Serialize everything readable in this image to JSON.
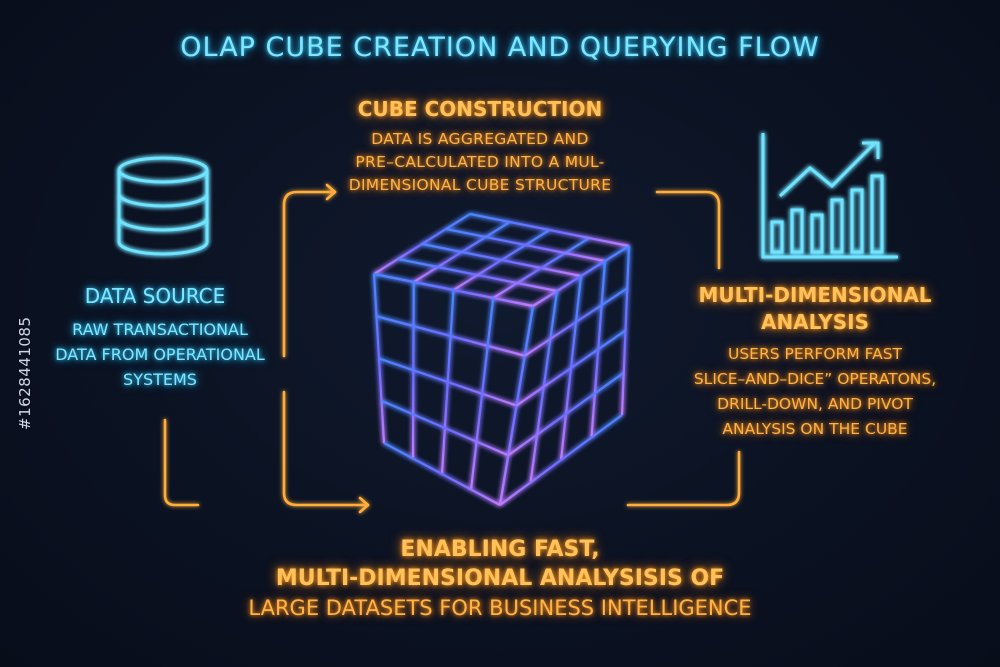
{
  "title": "OLAP CUBE CREATION AND QUERYING FLOW",
  "cube_construction": {
    "title": "CUBE CONSTRUCTION",
    "lines": [
      "DATA IS AGGREGATED  AND",
      "PRE–CALCULATED INTO A MUL-",
      "DIMENSIONAL CUBE STRUCTURE"
    ]
  },
  "data_source": {
    "title": "DATA SOURCE",
    "lines": [
      "RAW TRANSACTIONAL",
      "DATA FROM OPERATIONAL",
      "SYSTEMS"
    ]
  },
  "analysis": {
    "title_line1": "MULTI-DIMENSIONAL",
    "title_line2": "ANALYSIS",
    "lines": [
      "USERS PERFORM FAST",
      "SLICE–AND–DICE” OPERATONS,",
      "DRILL-DOWN, AND PIVOT",
      "ANALYSIS ON THE CUBE"
    ]
  },
  "bottom": {
    "lines": [
      "ENABLING FAST,",
      "MULTI-DIMENSIONAL ANALYSISIS OF",
      "LARGE DATASETS FOR BUSINESS INTELLIGENCE"
    ]
  },
  "side_id": "#1628441085",
  "colors": {
    "background": "#0b1222",
    "cyan": "#7fe6ff",
    "orange": "#ffb347",
    "cube_top": "#3b7bff",
    "cube_bottom": "#b06bff"
  },
  "icons": [
    "database-icon",
    "cube-icon",
    "bar-chart-icon",
    "flow-arrow-icon"
  ]
}
